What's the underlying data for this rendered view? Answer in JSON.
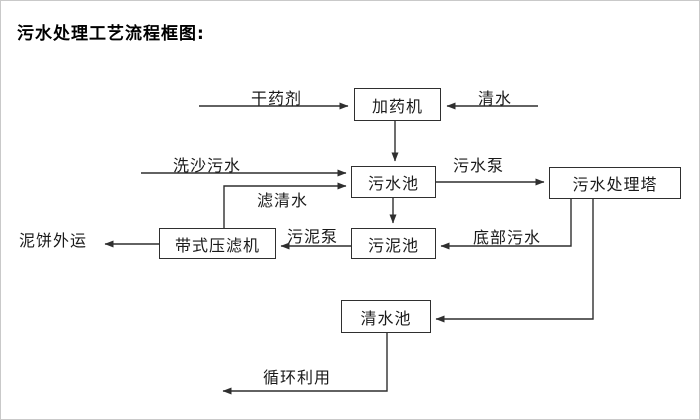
{
  "title": "污水处理工艺流程框图:",
  "diagram": {
    "type": "flowchart",
    "nodes": [
      {
        "id": "dosing-machine",
        "label": "加药机"
      },
      {
        "id": "sewage-pool",
        "label": "污水池"
      },
      {
        "id": "sewage-treatment-tower",
        "label": "污水处理塔"
      },
      {
        "id": "sludge-pool",
        "label": "污泥池"
      },
      {
        "id": "belt-filter-press",
        "label": "带式压滤机"
      },
      {
        "id": "clean-water-pool",
        "label": "清水池"
      }
    ],
    "edge_labels": [
      {
        "id": "dry-chemical",
        "label": "干药剂"
      },
      {
        "id": "clean-water-inflow",
        "label": "清水"
      },
      {
        "id": "sand-washing-sewage",
        "label": "洗沙污水"
      },
      {
        "id": "filtered-clean-water",
        "label": "滤清水"
      },
      {
        "id": "sewage-pump",
        "label": "污水泵"
      },
      {
        "id": "bottom-sewage",
        "label": "底部污水"
      },
      {
        "id": "sludge-pump",
        "label": "污泥泵"
      },
      {
        "id": "mud-cake-outbound",
        "label": "泥饼外运"
      },
      {
        "id": "recycling-use",
        "label": "循环利用"
      }
    ],
    "flows": [
      {
        "from": "dry-chemical",
        "to": "dosing-machine"
      },
      {
        "from": "clean-water-inflow",
        "to": "dosing-machine"
      },
      {
        "from": "dosing-machine",
        "to": "sewage-pool"
      },
      {
        "from": "sand-washing-sewage",
        "to": "sewage-pool"
      },
      {
        "from": "belt-filter-press",
        "to": "sewage-pool",
        "label": "滤清水"
      },
      {
        "from": "sewage-pool",
        "to": "sewage-treatment-tower",
        "label": "污水泵"
      },
      {
        "from": "sewage-pool",
        "to": "sludge-pool"
      },
      {
        "from": "sewage-treatment-tower",
        "to": "sludge-pool",
        "label": "底部污水"
      },
      {
        "from": "sludge-pool",
        "to": "belt-filter-press",
        "label": "污泥泵"
      },
      {
        "from": "belt-filter-press",
        "to": "mud-cake-outbound"
      },
      {
        "from": "sewage-treatment-tower",
        "to": "clean-water-pool"
      },
      {
        "from": "clean-water-pool",
        "to": "recycling-use",
        "label": "循环利用"
      }
    ],
    "colors": {
      "line": "#2f2f2f",
      "box_border": "#2f2f2f",
      "text": "#1a1a1a",
      "background": "#ffffff"
    }
  }
}
